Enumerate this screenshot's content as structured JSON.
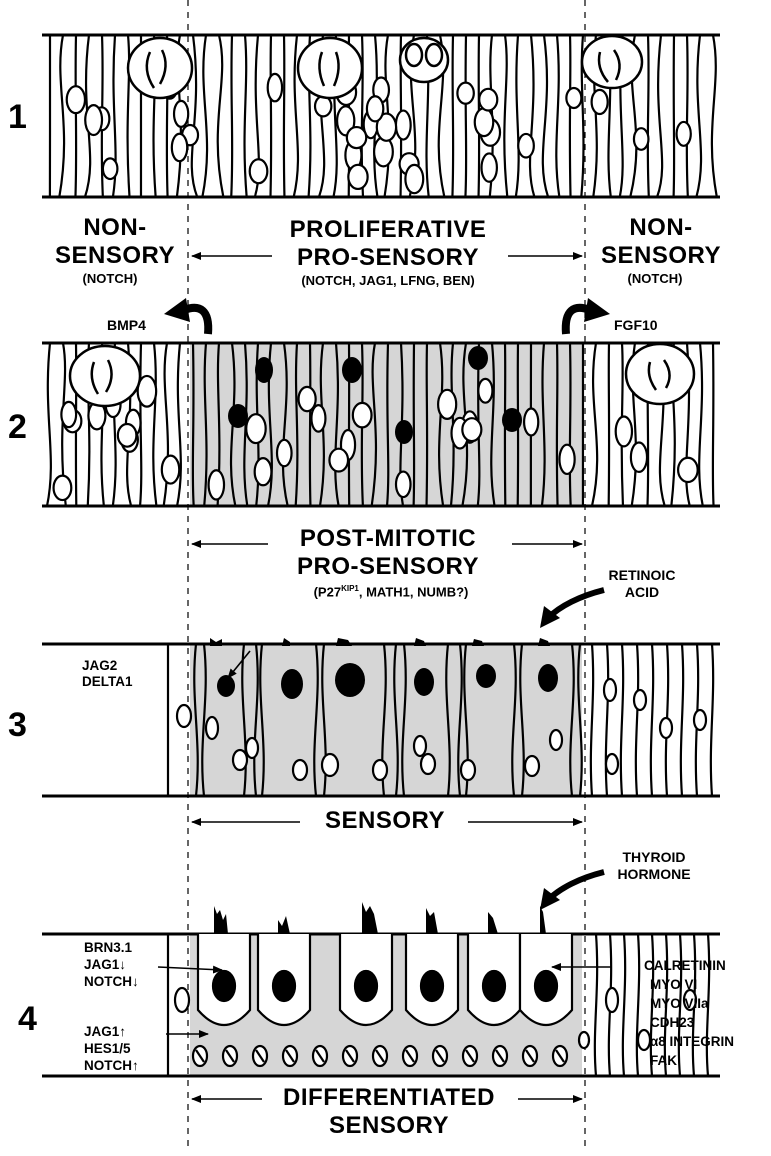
{
  "stages": [
    {
      "number": "1"
    },
    {
      "number": "2"
    },
    {
      "number": "3"
    },
    {
      "number": "4"
    }
  ],
  "labels": {
    "non_sensory_left_1": "NON-",
    "non_sensory_left_2": "SENSORY",
    "non_sensory_left_sub": "(NOTCH)",
    "non_sensory_right_1": "NON-",
    "non_sensory_right_2": "SENSORY",
    "non_sensory_right_sub": "(NOTCH)",
    "proliferative_1": "PROLIFERATIVE",
    "proliferative_2": "PRO-SENSORY",
    "proliferative_sub": "(NOTCH, JAG1, LFNG, BEN)",
    "bmp4": "BMP4",
    "fgf10": "FGF10",
    "post_mitotic_1": "POST-MITOTIC",
    "post_mitotic_2": "PRO-SENSORY",
    "post_mitotic_sub_a": "(P27",
    "post_mitotic_sub_sup": "KIP1",
    "post_mitotic_sub_b": ", MATH1, NUMB?)",
    "retinoic_1": "RETINOIC",
    "retinoic_2": "ACID",
    "jag2": "JAG2",
    "delta1": "DELTA1",
    "sensory": "SENSORY",
    "thyroid_1": "THYROID",
    "thyroid_2": "HORMONE",
    "left4": [
      "BRN3.1",
      "JAG1↓",
      "NOTCH↓"
    ],
    "left4b": [
      "JAG1↑",
      "HES1/5",
      "NOTCH↑"
    ],
    "right4": [
      "CALRETININ",
      "MYO VI",
      "MYO VIIa",
      "CDH23",
      "α8 INTEGRIN",
      "FAK"
    ],
    "differentiated_1": "DIFFERENTIATED",
    "differentiated_2": "SENSORY"
  }
}
